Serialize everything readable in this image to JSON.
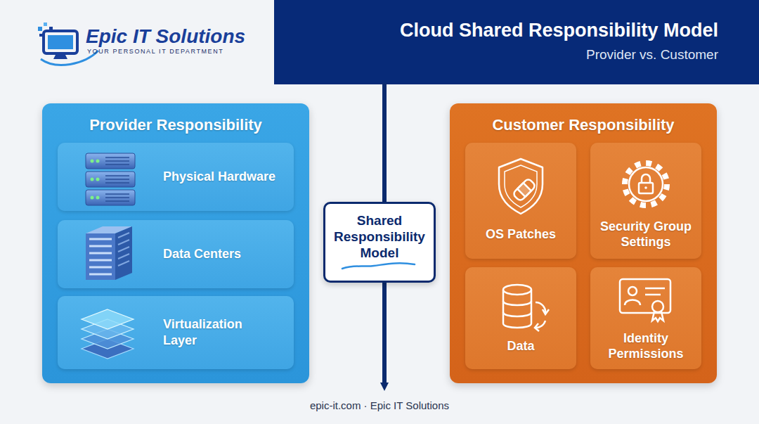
{
  "diagram": {
    "title": "Cloud Shared Responsibility Model",
    "caption": "epic-it.com · Epic IT Solutions",
    "nodes": [
      {
        "text": [
          "Provider Responsibility"
        ]
      },
      {
        "text": [
          "Physical Hardware"
        ],
        "in": 0
      },
      {
        "text": [
          "Data Centers"
        ],
        "in": 0
      },
      {
        "text": [
          "Virtualization Layer"
        ],
        "in": 0
      },
      {
        "text": [
          "Shared Responsibility Model"
        ]
      },
      {
        "text": [
          "Customer Responsibility"
        ]
      },
      {
        "text": [
          "OS Patches"
        ],
        "in": 5
      },
      {
        "text": [
          "Security Group Settings"
        ],
        "in": 5
      },
      {
        "text": [
          "Data"
        ],
        "in": 5
      },
      {
        "text": [
          "Identity Permissions"
        ],
        "in": 5
      }
    ],
    "labels": [
      "Epic IT Solutions",
      "YOUR PERSONAL IT DEPARTMENT",
      "Provider vs. Customer"
    ]
  }
}
